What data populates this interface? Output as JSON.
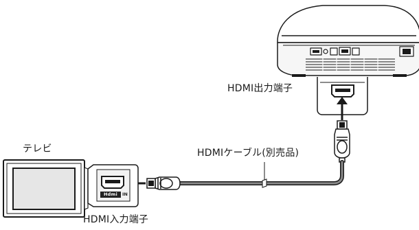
{
  "labels": {
    "tv": "テレビ",
    "hdmi_output_port": "HDMI出力端子",
    "hdmi_cable": "HDMIケーブル(別売品)",
    "hdmi_input_port": "HDMI入力端子",
    "hdmi_logo": "Hdmi",
    "hdmi_in": "IN"
  },
  "colors": {
    "outline": "#1a1a1a",
    "screen": "#e6e6e6",
    "panel": "#f2f2f2",
    "cable": "#6b6b6b"
  },
  "icons": [
    "television-icon",
    "ps3-console-icon",
    "hdmi-port-icon",
    "hdmi-plug-icon",
    "arrow-icon"
  ]
}
